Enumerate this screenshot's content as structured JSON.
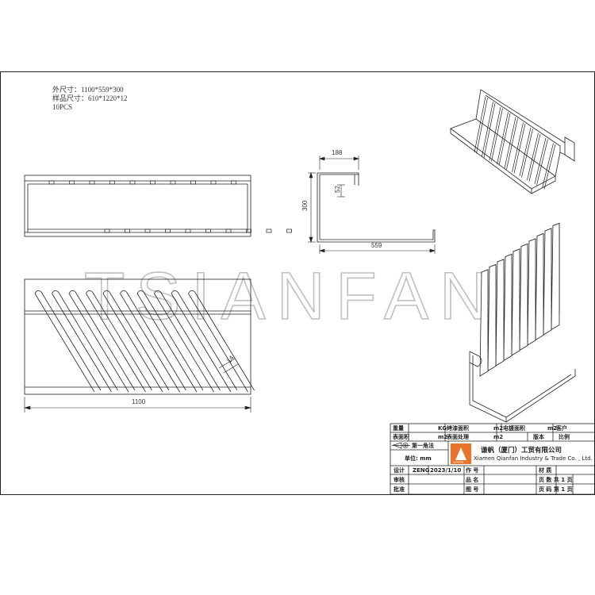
{
  "notes": {
    "outer_size": "外尺寸：1100*559*300",
    "sample_size": "样品尺寸：610*1220*12",
    "quantity": "10PCS"
  },
  "watermark": "TSIANFAN",
  "dimensions": {
    "top_width": "188",
    "lip": "52",
    "height": "300",
    "base": "559",
    "slot": "14",
    "length": "1100"
  },
  "title_block": {
    "weight": "重量",
    "weight_unit": "KG",
    "paint_area": "烤漆面积",
    "unit_m2_a": "m2",
    "plating_area": "电镀面积",
    "unit_m2_b": "m2",
    "customer": "客户",
    "surface_area": "表面积",
    "unit_m2_c": "m2",
    "surface_treatment": "表面处理",
    "unit_m2_d": "m2",
    "version": "版本",
    "scale": "比例",
    "projection": "第一角法",
    "unit": "单位: mm",
    "company_cn": "谦帆（厦门）工贸有限公司",
    "company_en": "Xiamen Qianfan Industry & Trade Co. , Ltd.",
    "design": "设计",
    "designer": "ZENG",
    "date": "2023/1/10",
    "product_no": "作 号",
    "material": "材 质",
    "review": "审核",
    "product_name": "品 名",
    "pages": "页 数 共 1 页",
    "approve": "批准",
    "drawing_no": "图 号",
    "page_no": "页 码 第 1 页"
  },
  "colors": {
    "line": "#222222",
    "logo": "#e8742a"
  }
}
